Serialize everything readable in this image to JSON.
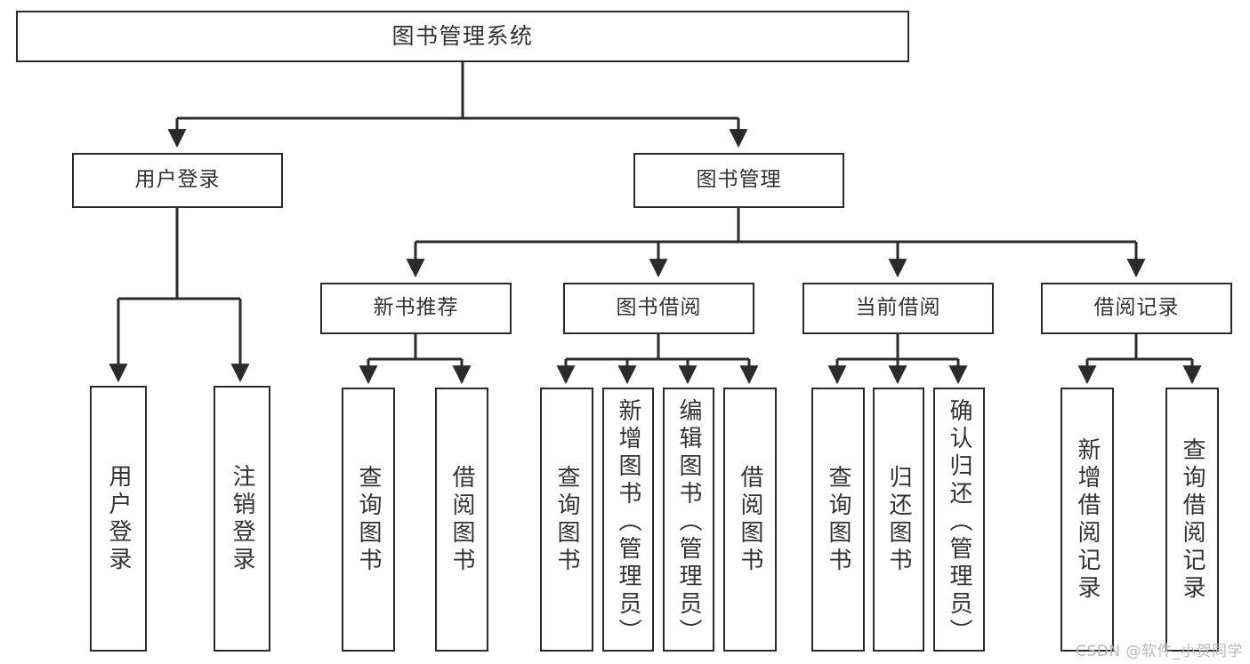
{
  "diagram": {
    "type": "tree-hierarchy-chart",
    "title": "图书管理系统",
    "line_color": "#2b2b2b",
    "box_fill": "#ffffff",
    "text_color": "#333333",
    "background": "#ffffff"
  },
  "nodes": {
    "root": {
      "label": "图书管理系统"
    },
    "level1": [
      {
        "label": "用户登录"
      },
      {
        "label": "图书管理"
      }
    ],
    "level2": [
      {
        "label": "新书推荐"
      },
      {
        "label": "图书借阅"
      },
      {
        "label": "当前借阅"
      },
      {
        "label": "借阅记录"
      }
    ],
    "leaves": {
      "user_login": [
        {
          "label": "用户登录"
        },
        {
          "label": "注销登录"
        }
      ],
      "new_book": [
        {
          "label": "查询图书"
        },
        {
          "label": "借阅图书"
        }
      ],
      "book_borrow": [
        {
          "label": "查询图书"
        },
        {
          "label": "新增图书（管理员）"
        },
        {
          "label": "编辑图书（管理员）"
        },
        {
          "label": "借阅图书"
        }
      ],
      "current_borrow": [
        {
          "label": "查询图书"
        },
        {
          "label": "归还图书"
        },
        {
          "label": "确认归还（管理员）"
        }
      ],
      "borrow_record": [
        {
          "label": "新增借阅记录"
        },
        {
          "label": "查询借阅记录"
        }
      ]
    }
  },
  "watermark": {
    "text": "CSDN @软件_小贺同学"
  }
}
